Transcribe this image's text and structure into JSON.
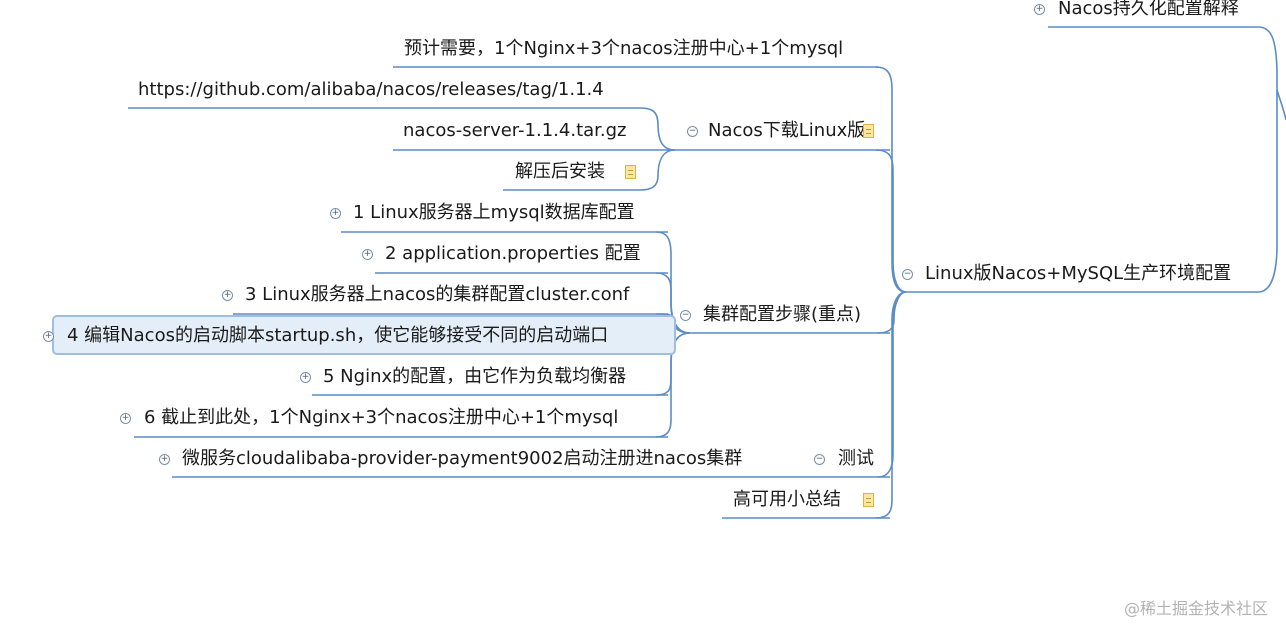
{
  "nodes": {
    "persistence": "Nacos持久化配置解释",
    "linux_prod": "Linux版Nacos+MySQL生产环境配置",
    "estimate": "预计需要，1个Nginx+3个nacos注册中心+1个mysql",
    "download": "Nacos下载Linux版",
    "download_url": "https://github.com/alibaba/nacos/releases/tag/1.1.4",
    "download_file": "nacos-server-1.1.4.tar.gz",
    "unzip": "解压后安装",
    "cluster_steps": "集群配置步骤(重点)",
    "step1": "1 Linux服务器上mysql数据库配置",
    "step2": "2 application.properties 配置",
    "step3": "3 Linux服务器上nacos的集群配置cluster.conf",
    "step4": "4 编辑Nacos的启动脚本startup.sh，使它能够接受不同的启动端口",
    "step5": "5 Nginx的配置，由它作为负载均衡器",
    "step6": "6 截止到此处，1个Nginx+3个nacos注册中心+1个mysql",
    "test": "测试",
    "test_child": "微服务cloudalibaba-provider-payment9002启动注册进nacos集群",
    "summary": "高可用小总结"
  },
  "watermark": "@稀土掘金技术社区",
  "colors": {
    "line": "#5b8cc7",
    "selected_bg": "#e4eef8",
    "selected_border": "#9fbfde"
  },
  "icons": {
    "toggle_expanded": "minus-circle-icon",
    "toggle_collapsed": "plus-circle-icon",
    "note": "note-icon"
  }
}
